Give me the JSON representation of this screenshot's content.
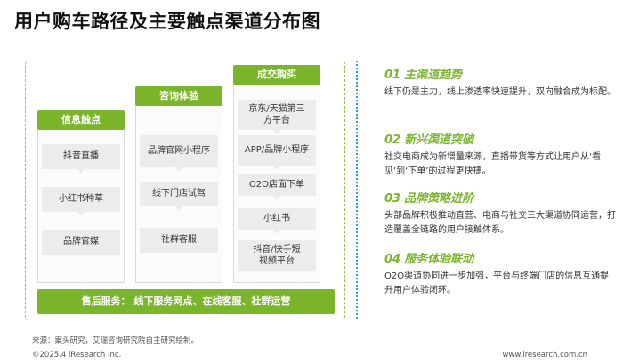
{
  "title": "用户购车路径及主要触点渠道分布图",
  "stages": [
    {
      "label": "信息触点",
      "items": [
        "抖音直播",
        "小红书种草",
        "品牌官媒"
      ]
    },
    {
      "label": "咨询体验",
      "items": [
        "品牌官网小程序",
        "线下门店试驾",
        "社群客服"
      ]
    },
    {
      "label": "成交购买",
      "items": [
        "京东/天猫第三方平台",
        "APP/品牌小程序",
        "O2O店面下单",
        "小红书",
        "抖音/快手短视频平台"
      ]
    }
  ],
  "after_sales": "售后服务：  线下服务网点、在线客服、社群运营",
  "points": [
    {
      "num": "01",
      "title": "主渠道趋势",
      "body": "线下仍是主力，线上渗透率快速提升，双向融合成为标配。"
    },
    {
      "num": "02",
      "title": "新兴渠道突破",
      "body": "社交电商成为新增量来源，直播带货等方式让用户从‘看见’到‘下单’的过程更快捷。"
    },
    {
      "num": "03",
      "title": "品牌策略进阶",
      "body": "头部品牌积极推动直营、电商与社交三大渠道协同运营，打造覆盖全链路的用户接触体系。"
    },
    {
      "num": "04",
      "title": "服务体验联动",
      "body": "O2O渠道协同进一步加强，平台与终端门店的信息互通提升用户体验闭环。"
    }
  ],
  "source": "来源：案头研究，艾瑞咨询研究院自主研究绘制。",
  "copyright": "©2025.4 iResearch Inc.",
  "website": "www.iresearch.com.cn",
  "colors": {
    "accent_green": "#7ab52c",
    "divider_blue": "#29a6c8",
    "box_gray": "#ececec"
  }
}
